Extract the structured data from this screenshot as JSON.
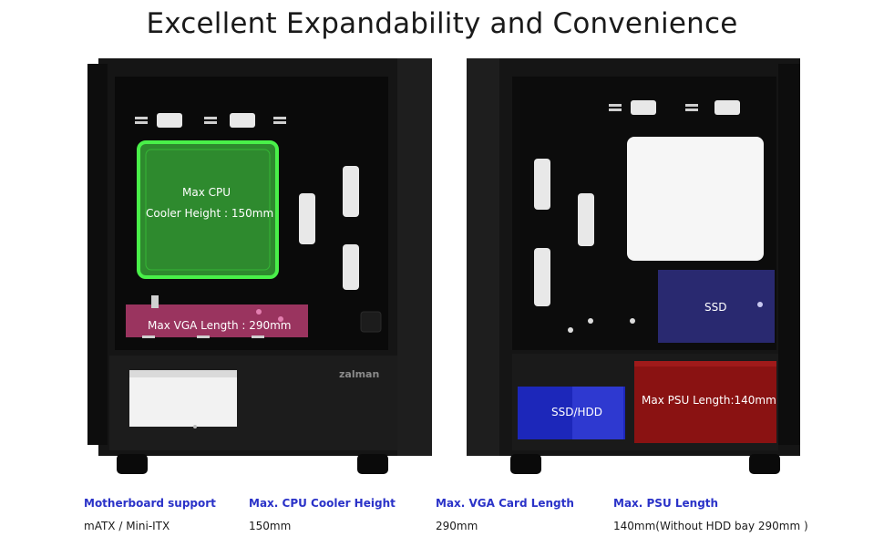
{
  "title": "Excellent Expandability and Convenience",
  "front_case": {
    "brand": "zalman",
    "cpu_label_line1": "Max CPU",
    "cpu_label_line2": "Cooler Height : 150mm",
    "vga_label": "Max VGA Length : 290mm"
  },
  "rear_case": {
    "ssd_label": "SSD",
    "ssd_hdd_label": "SSD/HDD",
    "psu_label": "Max PSU Length:140mm"
  },
  "specs": [
    {
      "heading": "Motherboard support",
      "value": "mATX / Mini-ITX"
    },
    {
      "heading": "Max. CPU Cooler Height",
      "value": "150mm"
    },
    {
      "heading": "Max. VGA Card Length",
      "value": "290mm"
    },
    {
      "heading": "Max. PSU Length",
      "value": "140mm(Without HDD bay 290mm )"
    }
  ],
  "colors": {
    "spec_heading": "#2a32c8",
    "cpu_zone": "#2e8a2e",
    "vga_zone": "#b43c6e",
    "ssd_zone": "#2c2c7a",
    "hdd_zone": "#1c28c8",
    "psu_zone": "#8a1212"
  }
}
